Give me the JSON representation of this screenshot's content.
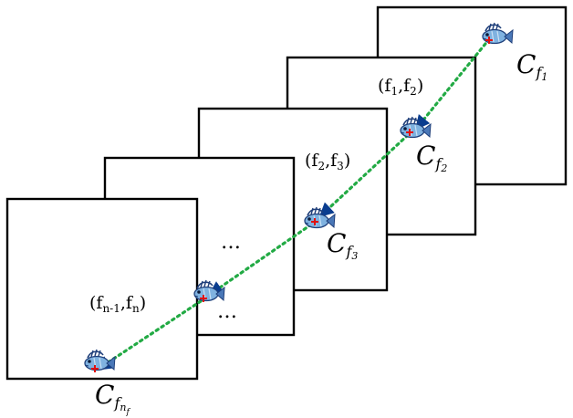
{
  "frame_labels": {
    "c": "C",
    "f": "f",
    "sub_1": "1",
    "sub_2": "2",
    "sub_3": "3",
    "sub_n": "n",
    "sub_f": "f"
  },
  "pair_labels": {
    "p12_open": "(f",
    "p12_a": "1",
    "p12_mid": ",f",
    "p12_b": "2",
    "p12_close": ")",
    "p23_open": "(f",
    "p23_a": "2",
    "p23_mid": ",f",
    "p23_b": "3",
    "p23_close": ")",
    "pn_open": "(f",
    "pn_a": "n-1",
    "pn_mid": ",f",
    "pn_b": "n",
    "pn_close": ")"
  },
  "ellipsis_upper": "…",
  "ellipsis_lower": "…",
  "colors": {
    "frame_border": "#000000",
    "track_line": "#22aa44",
    "arrow_head": "#0a3d8f",
    "target_marker": "#e01010",
    "fish_body": "#7fb2e0",
    "fish_dark": "#1f3f7a"
  },
  "icons": [
    "fish-icon",
    "red-cross-marker"
  ]
}
